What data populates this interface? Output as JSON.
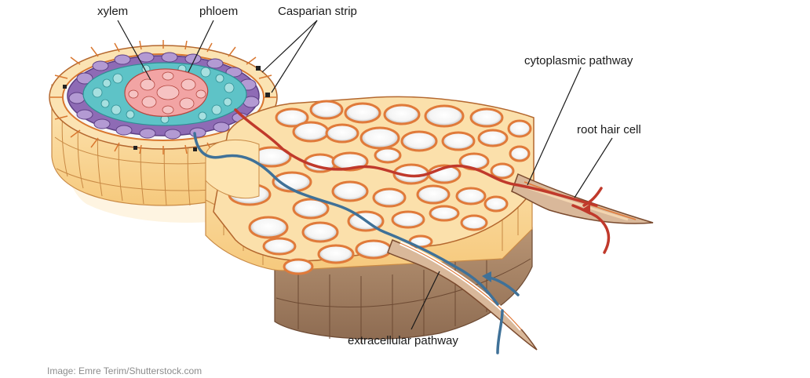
{
  "labels": {
    "xylem": "xylem",
    "phloem": "phloem",
    "casparian_strip": "Casparian strip",
    "cytoplasmic_pathway": "cytoplasmic pathway",
    "root_hair_cell": "root hair cell",
    "extracellular_pathway": "extracellular pathway"
  },
  "credit": "Image: Emre Terim/Shutterstock.com",
  "colors": {
    "cytoplasmic_pathway": "#c0392b",
    "extracellular_pathway": "#3f7198",
    "xylem": "#f2a4a4",
    "phloem": "#5ec3c7",
    "endodermis": "#8e6bb5",
    "cortex_cell": "#fde4b0",
    "cell_wall": "#e07a3a",
    "vacuole": "#ececec"
  }
}
